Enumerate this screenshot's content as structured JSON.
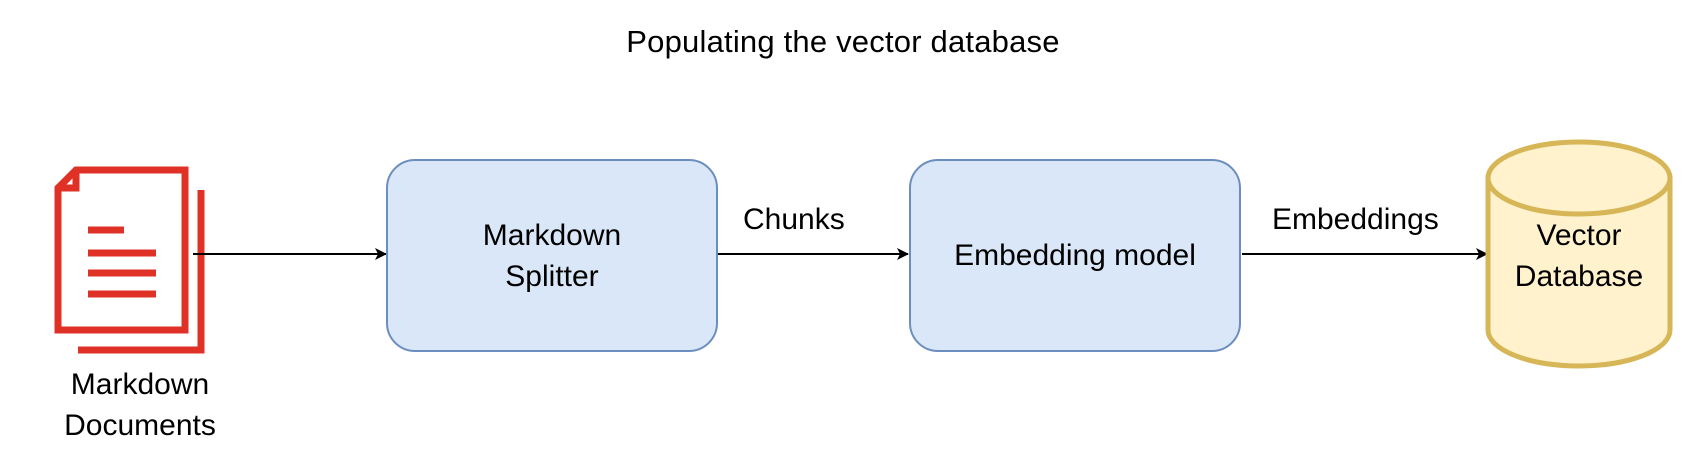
{
  "title": "Populating the vector database",
  "nodes": {
    "documents": {
      "label": "Markdown\nDocuments",
      "icon": "document-icon",
      "color": "#e03127"
    },
    "splitter": {
      "label": "Markdown\nSplitter",
      "fill": "#dae7f8",
      "stroke": "#6c8ebf"
    },
    "embedding_model": {
      "label": "Embedding model",
      "fill": "#dae7f8",
      "stroke": "#6c8ebf"
    },
    "vector_db": {
      "label": "Vector\nDatabase",
      "shape": "cylinder",
      "fill": "#fff2cc",
      "stroke": "#d6b656"
    }
  },
  "edges": [
    {
      "from": "documents",
      "to": "splitter",
      "label": ""
    },
    {
      "from": "splitter",
      "to": "embedding_model",
      "label": "Chunks"
    },
    {
      "from": "embedding_model",
      "to": "vector_db",
      "label": "Embeddings"
    }
  ]
}
